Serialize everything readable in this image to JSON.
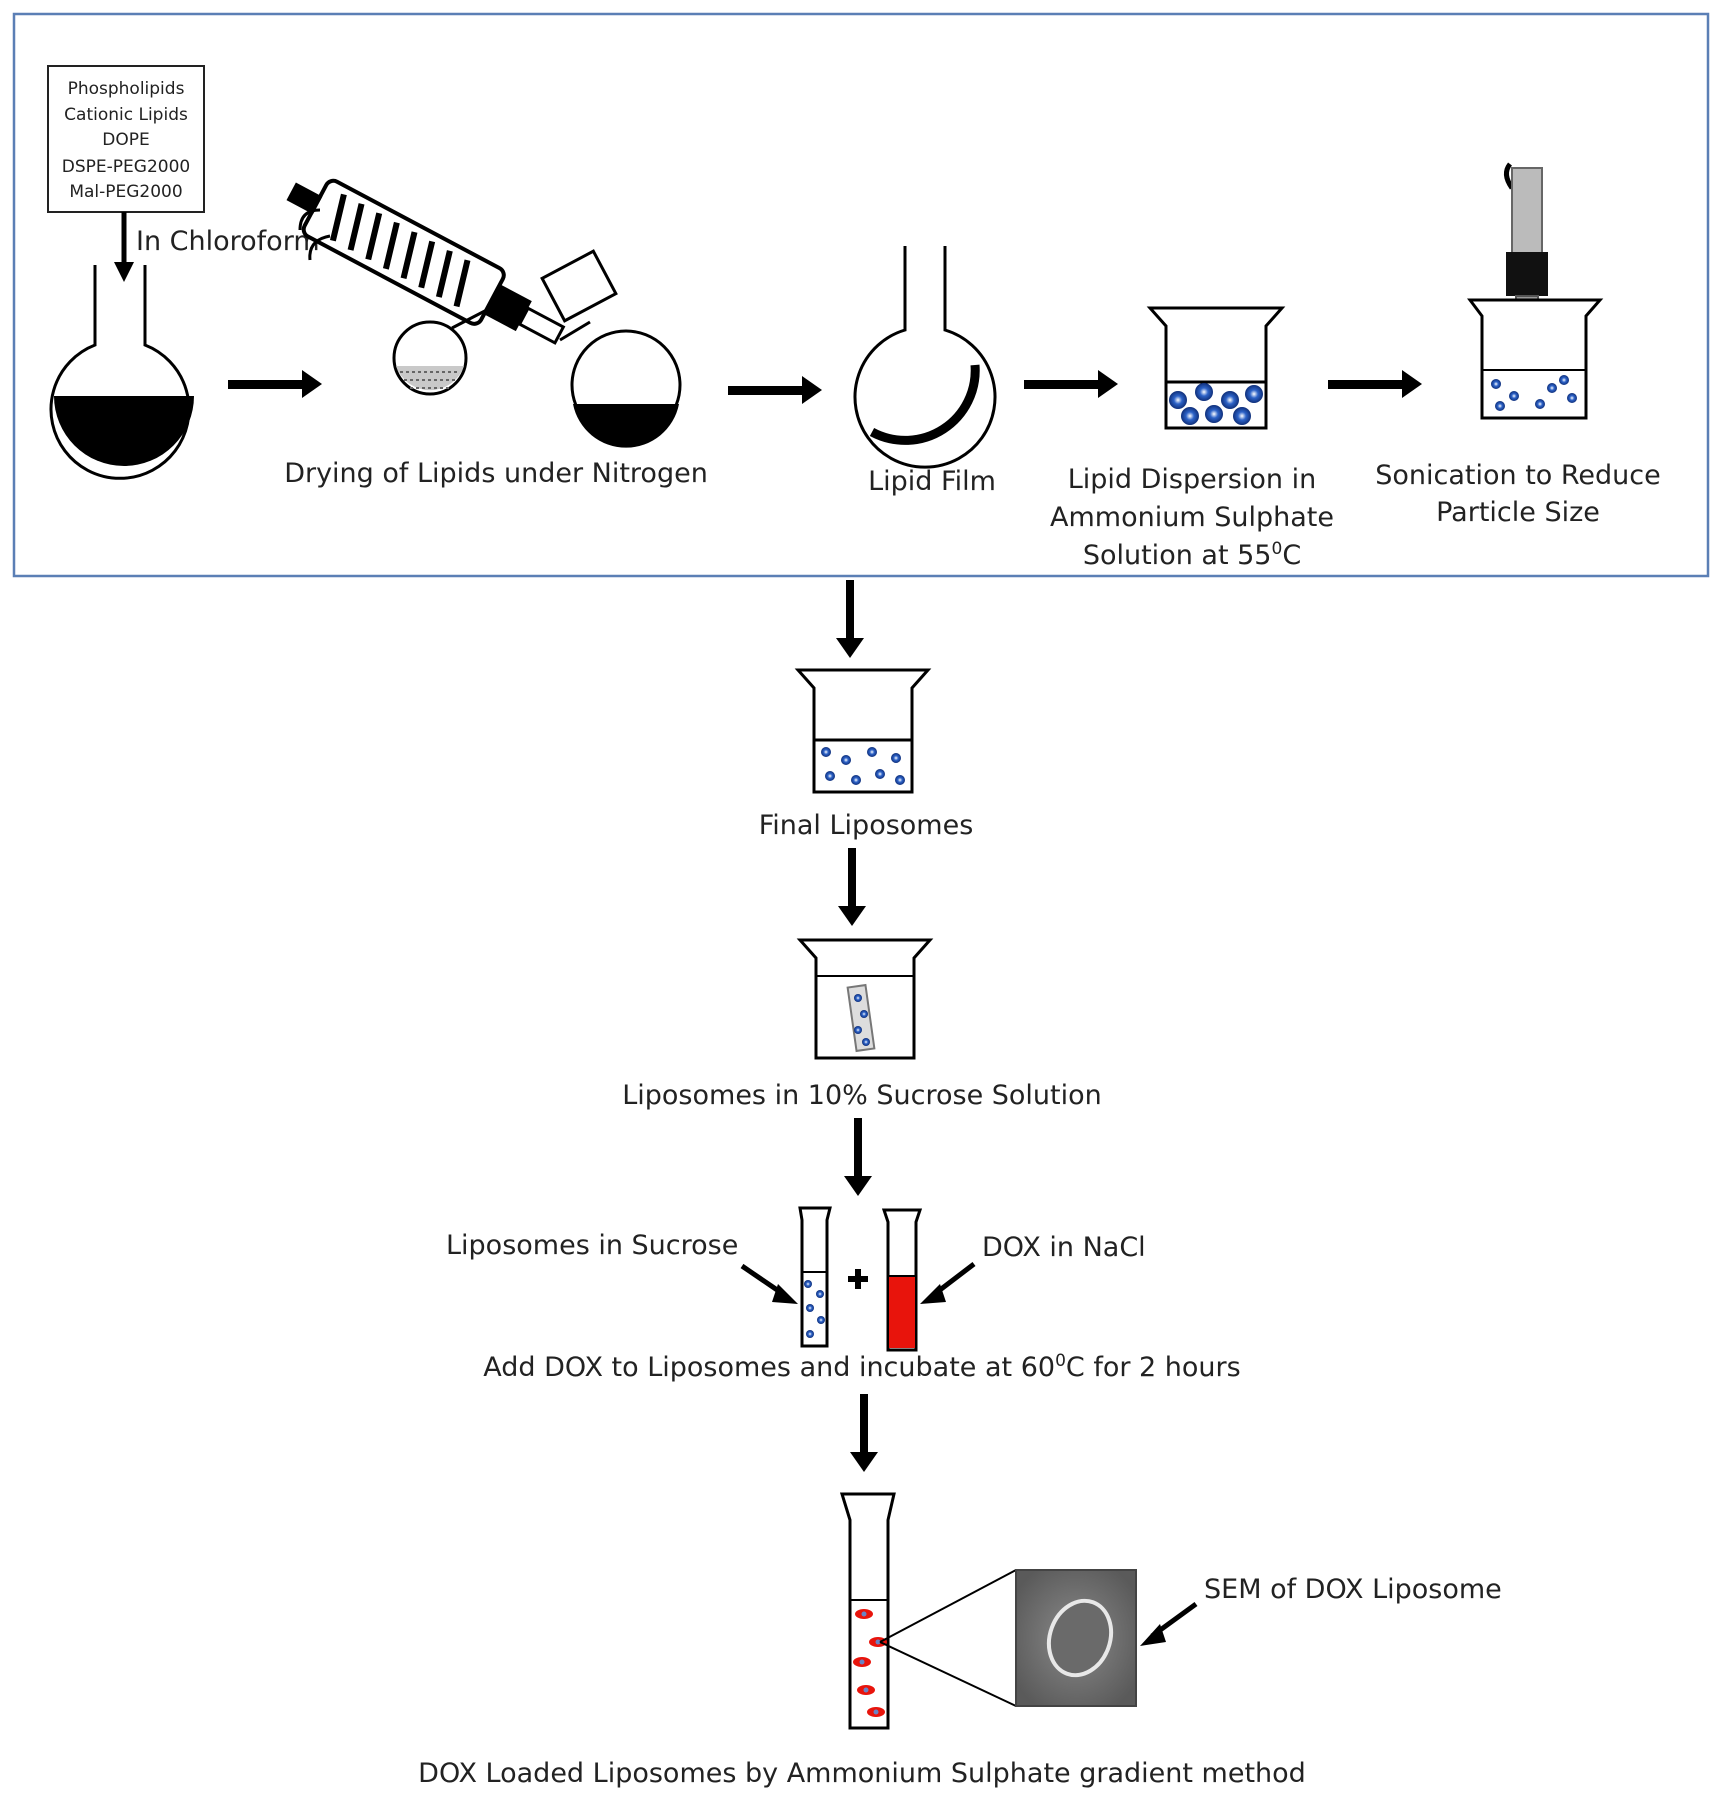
{
  "ingredients": [
    "Phospholipids",
    "Cationic Lipids",
    "DOPE",
    "DSPE-PEG2000",
    "Mal-PEG2000"
  ],
  "labels": {
    "in_chloroform": "In Chloroform",
    "drying": "Drying of Lipids under Nitrogen",
    "lipid_film": "Lipid Film",
    "dispersion_line1": "Lipid Dispersion in",
    "dispersion_line2": "Ammonium Sulphate",
    "dispersion_line3": "Solution at 55",
    "dispersion_sup": "0",
    "dispersion_end": "C",
    "sonication_line1": "Sonication to Reduce",
    "sonication_line2": "Particle Size",
    "final_liposomes": "Final Liposomes",
    "sucrose_solution": "Liposomes in 10% Sucrose Solution",
    "liposomes_in_sucrose": "Liposomes in Sucrose",
    "dox_in_nacl": "DOX in NaCl",
    "incubate_main": "Add DOX to Liposomes and incubate at 60",
    "incubate_sup": "0",
    "incubate_end": "C for 2 hours",
    "sem": "SEM of DOX Liposome",
    "final_method": "DOX Loaded Liposomes by Ammonium Sulphate gradient method"
  },
  "colors": {
    "frame": "#5b7fb5",
    "liposome": "#1f4fa8",
    "dox": "#e8140c",
    "ink": "#000000"
  }
}
